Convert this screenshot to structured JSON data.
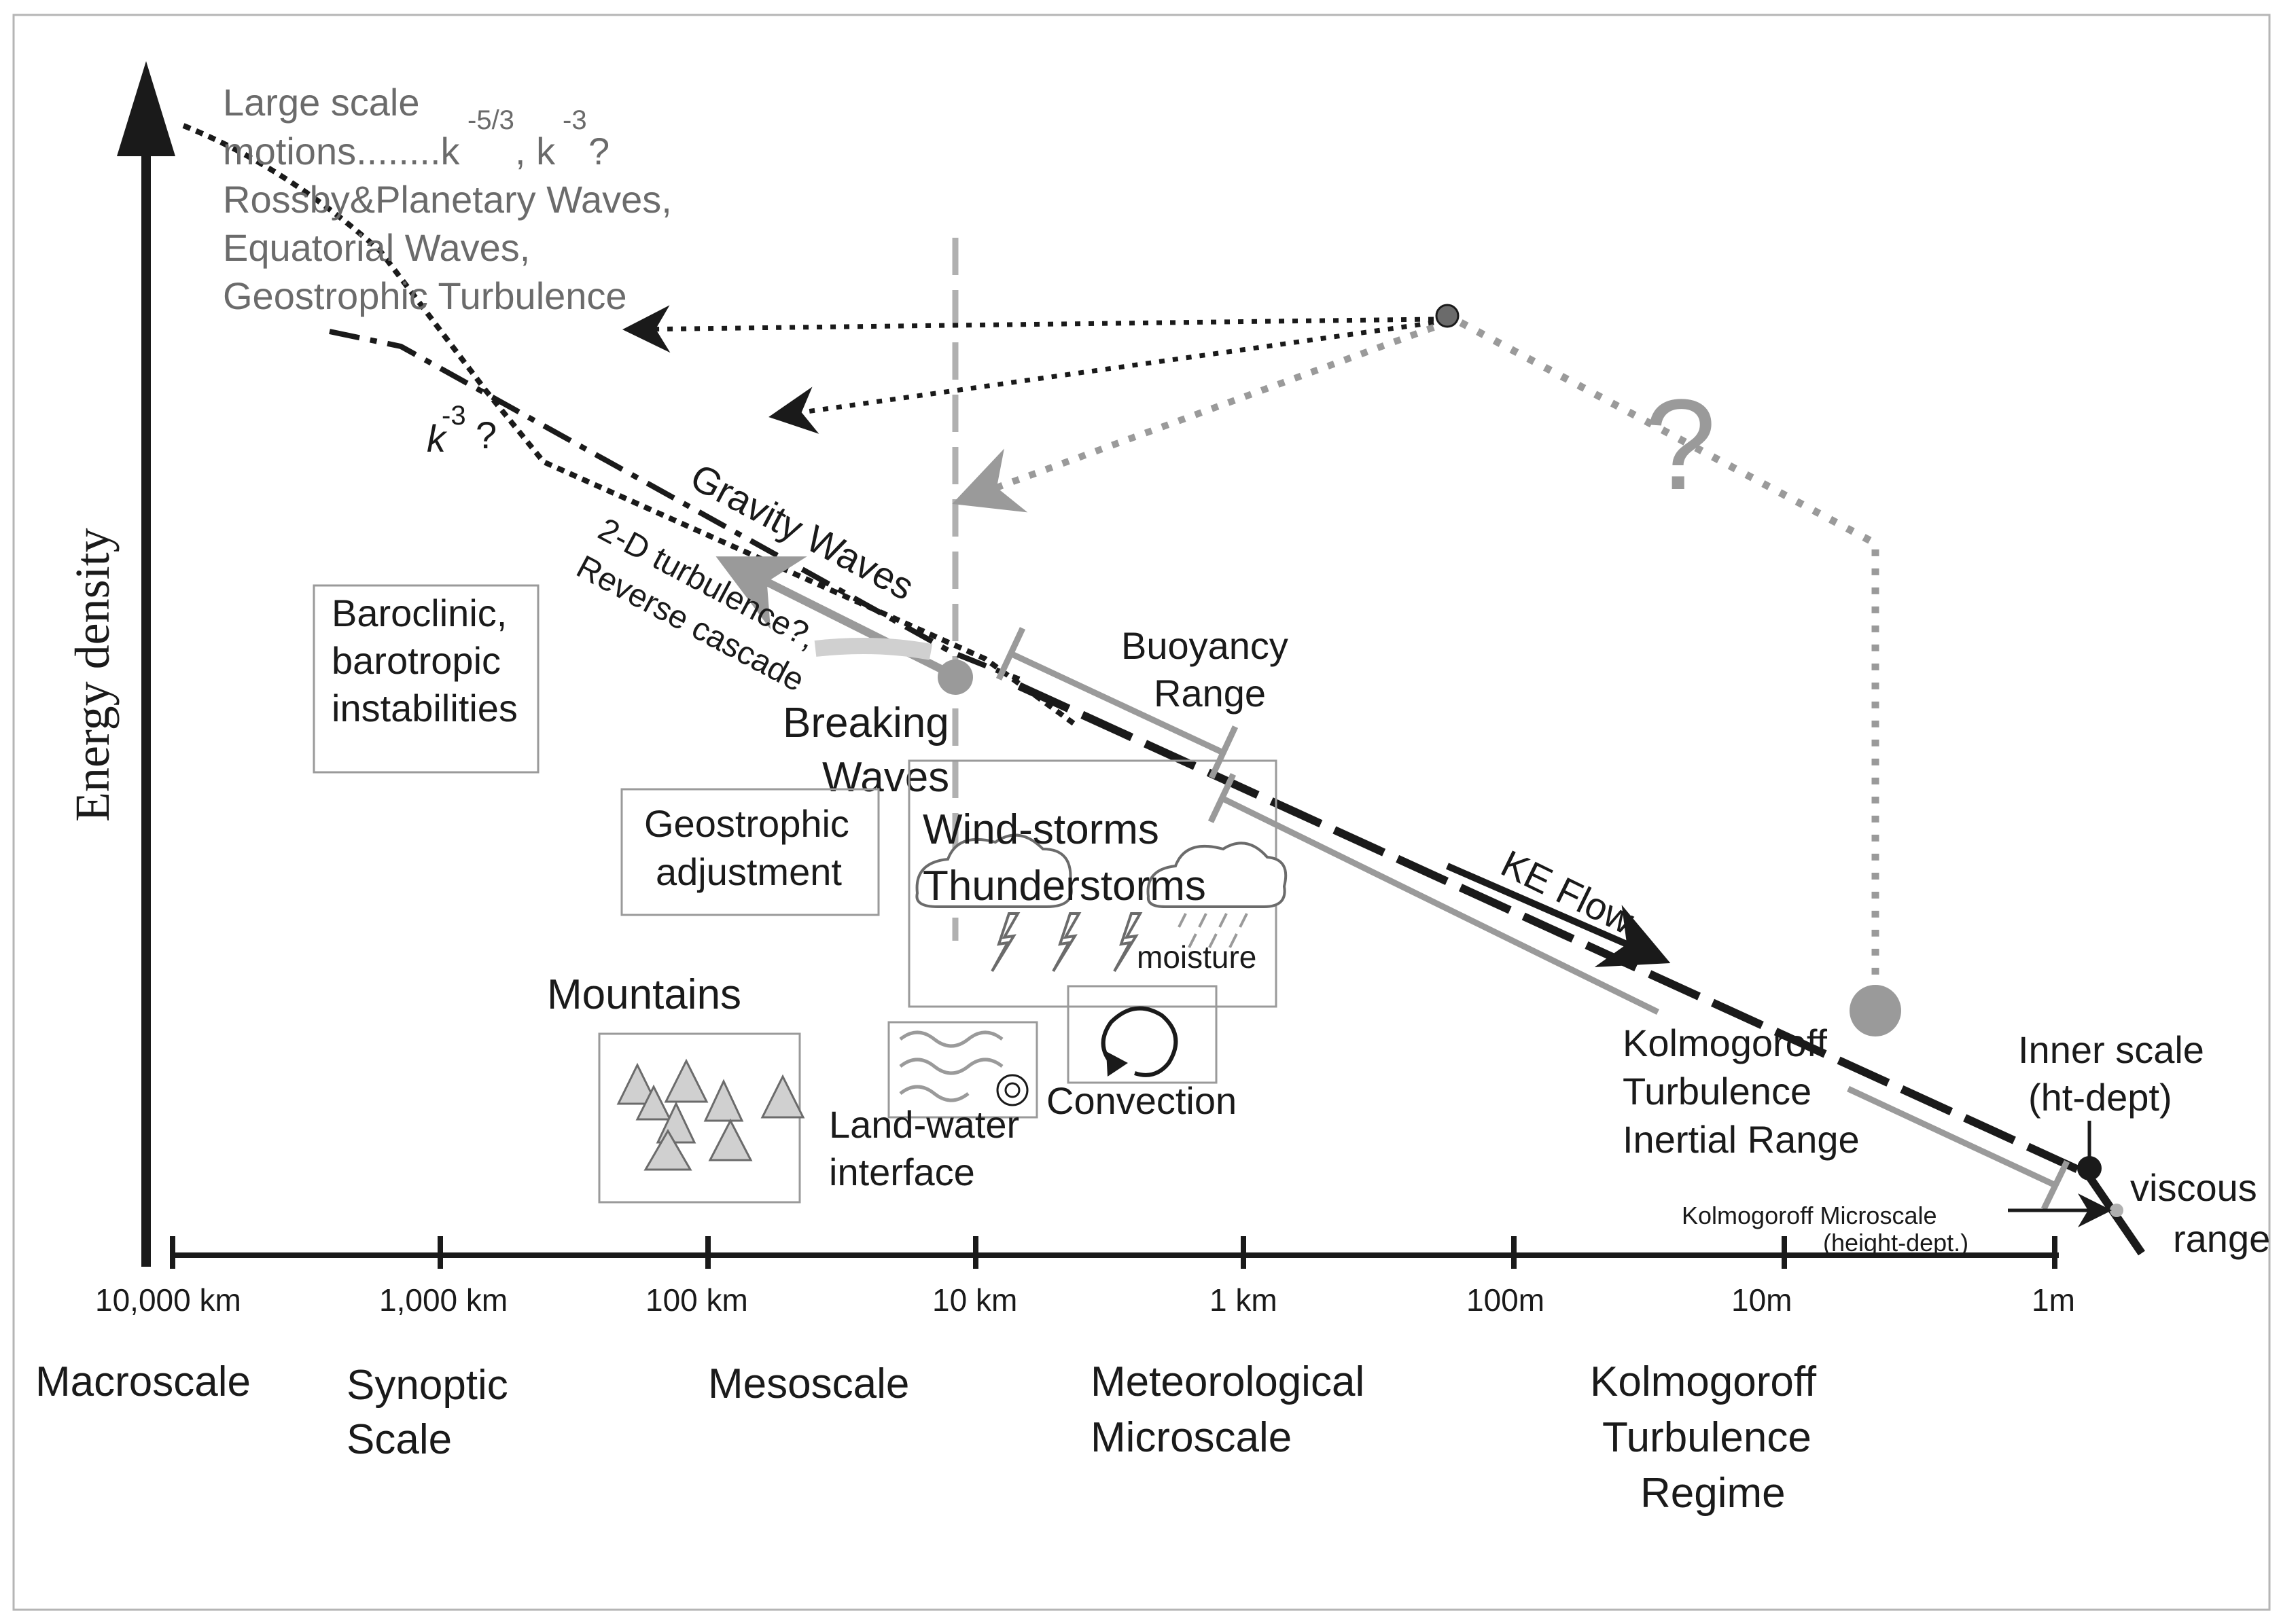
{
  "axis": {
    "y_title": "Energy density",
    "ticks": [
      "10,000 km",
      "1,000 km",
      "100 km",
      "10 km",
      "1 km",
      "100m",
      "10m",
      "1m"
    ]
  },
  "regimes": {
    "macro": "Macroscale",
    "synoptic": [
      "Synoptic",
      "Scale"
    ],
    "meso": "Mesoscale",
    "meteo_micro": [
      "Meteorological",
      "Microscale"
    ],
    "kolmo_regime": [
      "Kolmogoroff",
      "Turbulence",
      "Regime"
    ]
  },
  "labels": {
    "large_scale": {
      "line1": "Large scale",
      "line2a": "motions........k",
      "sup1": "-5/3",
      "line2b": ", k",
      "sup2": "-3",
      "line2c": "?",
      "line3": "Rossby&Planetary Waves,",
      "line4": "Equatorial Waves,",
      "line5": "Geostrophic Turbulence"
    },
    "k3": {
      "k": "k",
      "sup": "-3",
      "q": "?"
    },
    "gravity_waves": "Gravity Waves",
    "two_d": [
      "2-D turbulence?,",
      "Reverse cascade"
    ],
    "question_mark": "?",
    "baroclinic": [
      "Baroclinic,",
      "barotropic",
      "instabilities"
    ],
    "breaking": [
      "Breaking",
      "Waves"
    ],
    "buoyancy": [
      "Buoyancy",
      "Range"
    ],
    "geostrophic_adj": [
      "Geostrophic",
      "adjustment"
    ],
    "windstorms": "Wind-storms",
    "thunderstorms": "Thunderstorms",
    "moisture": "moisture",
    "ke_flow": "KE Flow",
    "mountains": "Mountains",
    "land_water": [
      "Land-water",
      "interface"
    ],
    "convection": "Convection",
    "kolmo_inertial": [
      "Kolmogoroff",
      "Turbulence",
      "Inertial Range"
    ],
    "inner_scale": [
      "Inner scale",
      "(ht-dept)"
    ],
    "viscous": [
      "viscous",
      "range"
    ],
    "kolmo_micro": [
      "Kolmogoroff Microscale",
      "(height-dept.)"
    ]
  },
  "colors": {
    "black": "#1a1a1a",
    "grey": "#9a9a9a",
    "dark_grey": "#6b6b6b",
    "box_border": "#9a9a9a"
  },
  "icons": [
    "mountain-icon",
    "cloud-icon",
    "lightning-icon",
    "wave-icon",
    "convection-loop-icon",
    "sun-icon"
  ]
}
